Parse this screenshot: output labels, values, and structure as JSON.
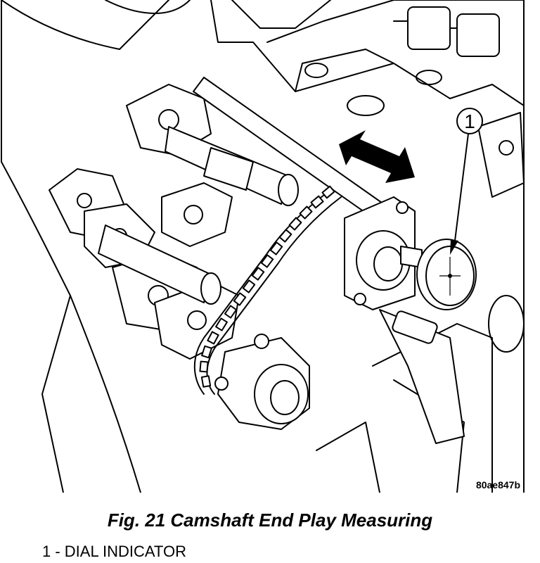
{
  "figure": {
    "id_label": "80ae847b",
    "callout_number": "1"
  },
  "caption": "Fig. 21 Camshaft End Play Measuring",
  "legend": [
    {
      "number": "1",
      "text": "1 - DIAL INDICATOR"
    }
  ]
}
